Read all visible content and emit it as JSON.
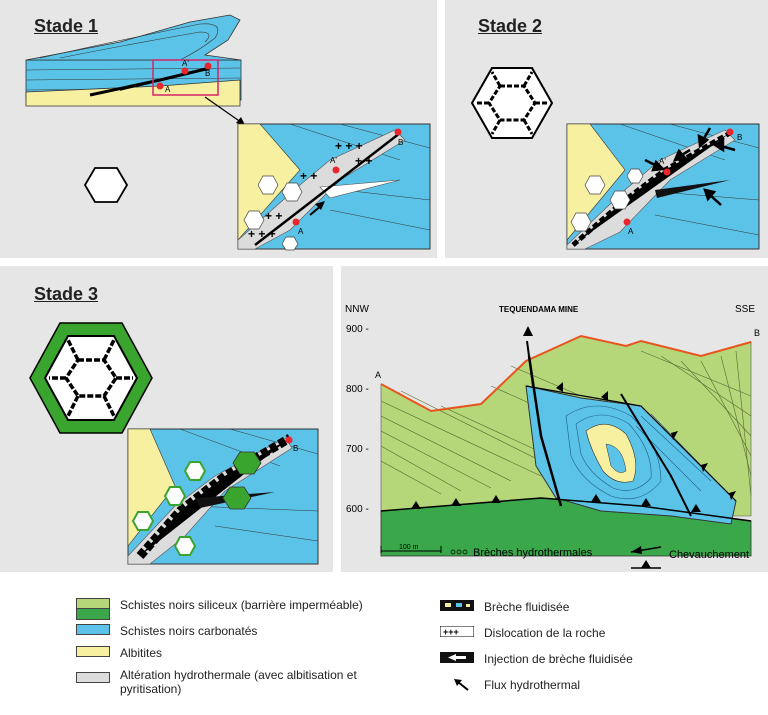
{
  "stages": {
    "stage1": "Stade 1",
    "stage2": "Stade 2",
    "stage3": "Stade 3"
  },
  "points": {
    "a": "A",
    "a_prime": "A'",
    "b": "B"
  },
  "section": {
    "title": "TEQUENDAMA MINE",
    "left_dir": "NNW",
    "right_dir": "SSE",
    "elevations": [
      "900 -",
      "800 -",
      "700 -",
      "600 -"
    ],
    "scale": "100 m",
    "breccia_label": "Brèches hydrothermales",
    "thrust_label": "Chevauchement"
  },
  "legend": {
    "siliceous": "Schistes noirs siliceux (barrière imperméable)",
    "carbonate": "Schistes noirs carbonatés",
    "albitite": "Albitites",
    "alteration": "Altération hydrothermale (avec albitisation et pyritisation)",
    "fluidized_breccia": "Brèche fluidisée",
    "dislocation": "Dislocation de la roche",
    "injection": "Injection de brèche fluidisée",
    "flux": "Flux hydrothermal"
  },
  "colors": {
    "panel_bg": "#e6e6e6",
    "siliceous_light": "#b5d77a",
    "siliceous_dark": "#3aa84a",
    "carbonate": "#5cc3e8",
    "albitite": "#f6f0a0",
    "alteration": "#dcdcdc",
    "crystal_green": "#3aa52e",
    "red_point": "#e8262b",
    "topography": "#e8541e"
  }
}
